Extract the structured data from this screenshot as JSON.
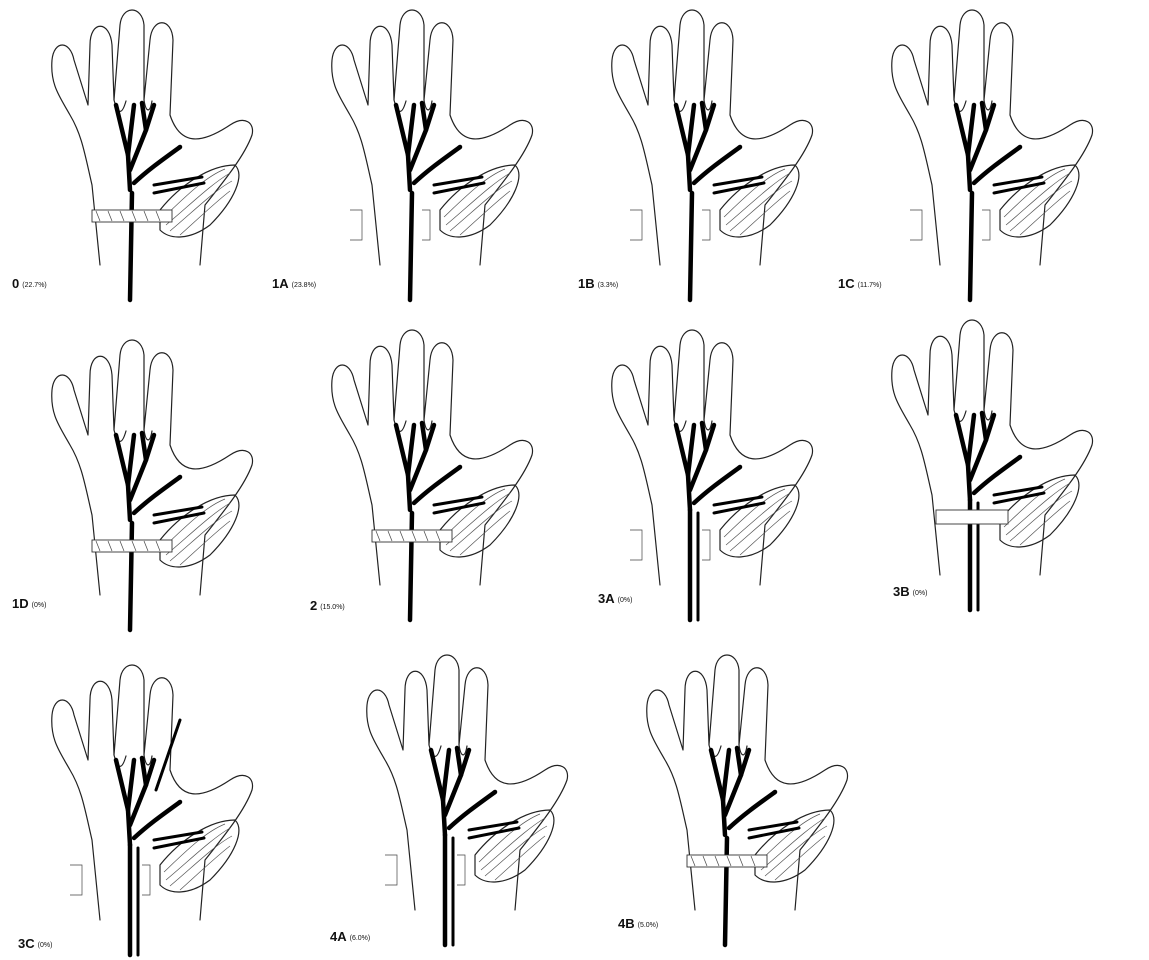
{
  "panels": [
    {
      "code": "0",
      "pct": "(22.7%)",
      "variant": "normal"
    },
    {
      "code": "1A",
      "pct": "(23.8%)",
      "variant": "1A"
    },
    {
      "code": "1B",
      "pct": "(3.3%)",
      "variant": "1B"
    },
    {
      "code": "1C",
      "pct": "(11.7%)",
      "variant": "1C"
    },
    {
      "code": "1D",
      "pct": "(0%)",
      "variant": "1D"
    },
    {
      "code": "2",
      "pct": "(15.0%)",
      "variant": "2"
    },
    {
      "code": "3A",
      "pct": "(0%)",
      "variant": "3A"
    },
    {
      "code": "3B",
      "pct": "(0%)",
      "variant": "3B"
    },
    {
      "code": "3C",
      "pct": "(0%)",
      "variant": "3C"
    },
    {
      "code": "4A",
      "pct": "(6.0%)",
      "variant": "4A"
    },
    {
      "code": "4B",
      "pct": "(5.0%)",
      "variant": "4B"
    }
  ]
}
